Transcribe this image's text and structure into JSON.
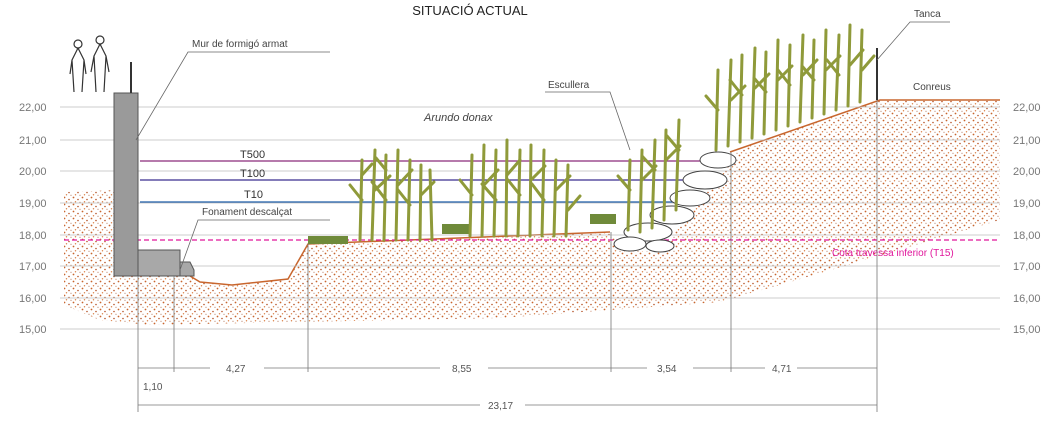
{
  "title": "SITUACIÓ ACTUAL",
  "elevation_labels": [
    "22,00",
    "21,00",
    "20,00",
    "19,00",
    "18,00",
    "17,00",
    "16,00",
    "15,00"
  ],
  "levels": [
    {
      "name": "T500",
      "color": "#8a2a7a"
    },
    {
      "name": "T100",
      "color": "#3a2e8f"
    },
    {
      "name": "T10",
      "color": "#1f5ea8"
    }
  ],
  "callouts": {
    "wall": "Mur de formigó armat",
    "fence": "Tanca",
    "riprap": "Escullera",
    "footing": "Fonament descalçat",
    "fields": "Conreus",
    "vegetation": "Arundo donax",
    "crossing": "Cota travessa inferior (T15)"
  },
  "dimensions": {
    "segments": [
      "1,10",
      "4,27",
      "8,55",
      "3,54",
      "4,71"
    ],
    "total": "23,17"
  },
  "colors": {
    "soil": "#c8662e",
    "crossing_line": "#e0169b",
    "cane": "#8f9a3a",
    "wall": "#9a9a9a"
  }
}
